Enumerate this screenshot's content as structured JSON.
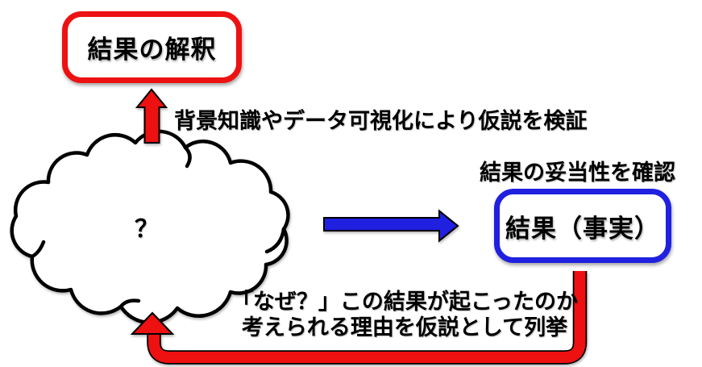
{
  "palette": {
    "red": "#ee1111",
    "blue": "#2020e0",
    "ink": "#000000"
  },
  "nodes": {
    "interpretation_box": {
      "label": "結果の解釈"
    },
    "question_cloud": {
      "label": "？"
    },
    "result_box": {
      "label": "結果（事実）"
    }
  },
  "annotations": {
    "verify_hypothesis": "背景知識やデータ可視化により仮説を検証",
    "check_validity": "結果の妥当性を確認",
    "why_line1": "「なぜ？」この結果が起こったのか",
    "why_line2": "考えられる理由を仮説として列挙"
  },
  "icons": {
    "up_arrow": "red-up-arrow",
    "right_arrow": "blue-right-arrow",
    "feedback_arrow": "red-feedback-bent-arrow"
  }
}
